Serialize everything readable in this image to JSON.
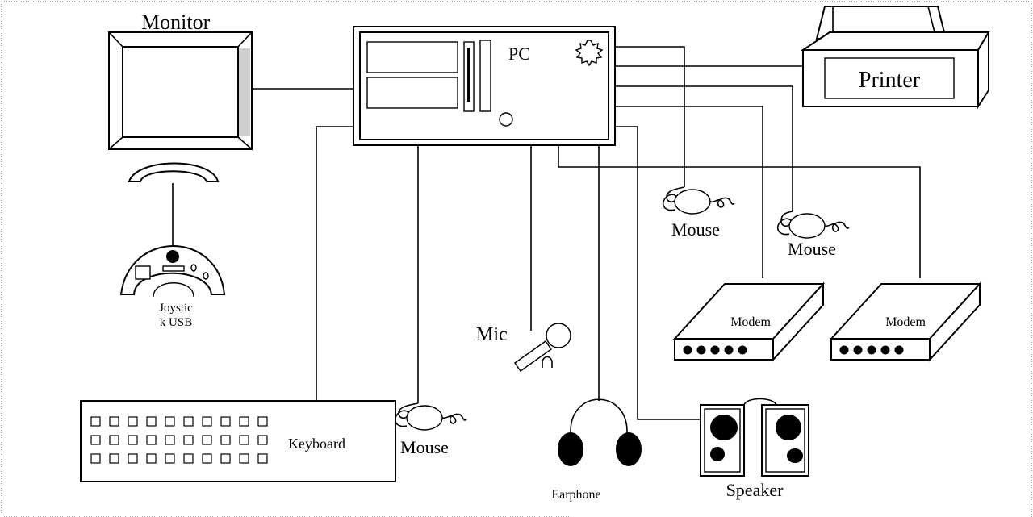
{
  "labels": {
    "monitor": "Monitor",
    "pc": "PC",
    "printer": "Printer",
    "joystick_line1": "Joystic",
    "joystick_line2": "k USB",
    "mouse_1": "Mouse",
    "mouse_2": "Mouse",
    "mouse_3": "Mouse",
    "modem_1": "Modem",
    "modem_2": "Modem",
    "mic": "Mic",
    "keyboard": "Keyboard",
    "earphone": "Earphone",
    "speaker": "Speaker"
  }
}
